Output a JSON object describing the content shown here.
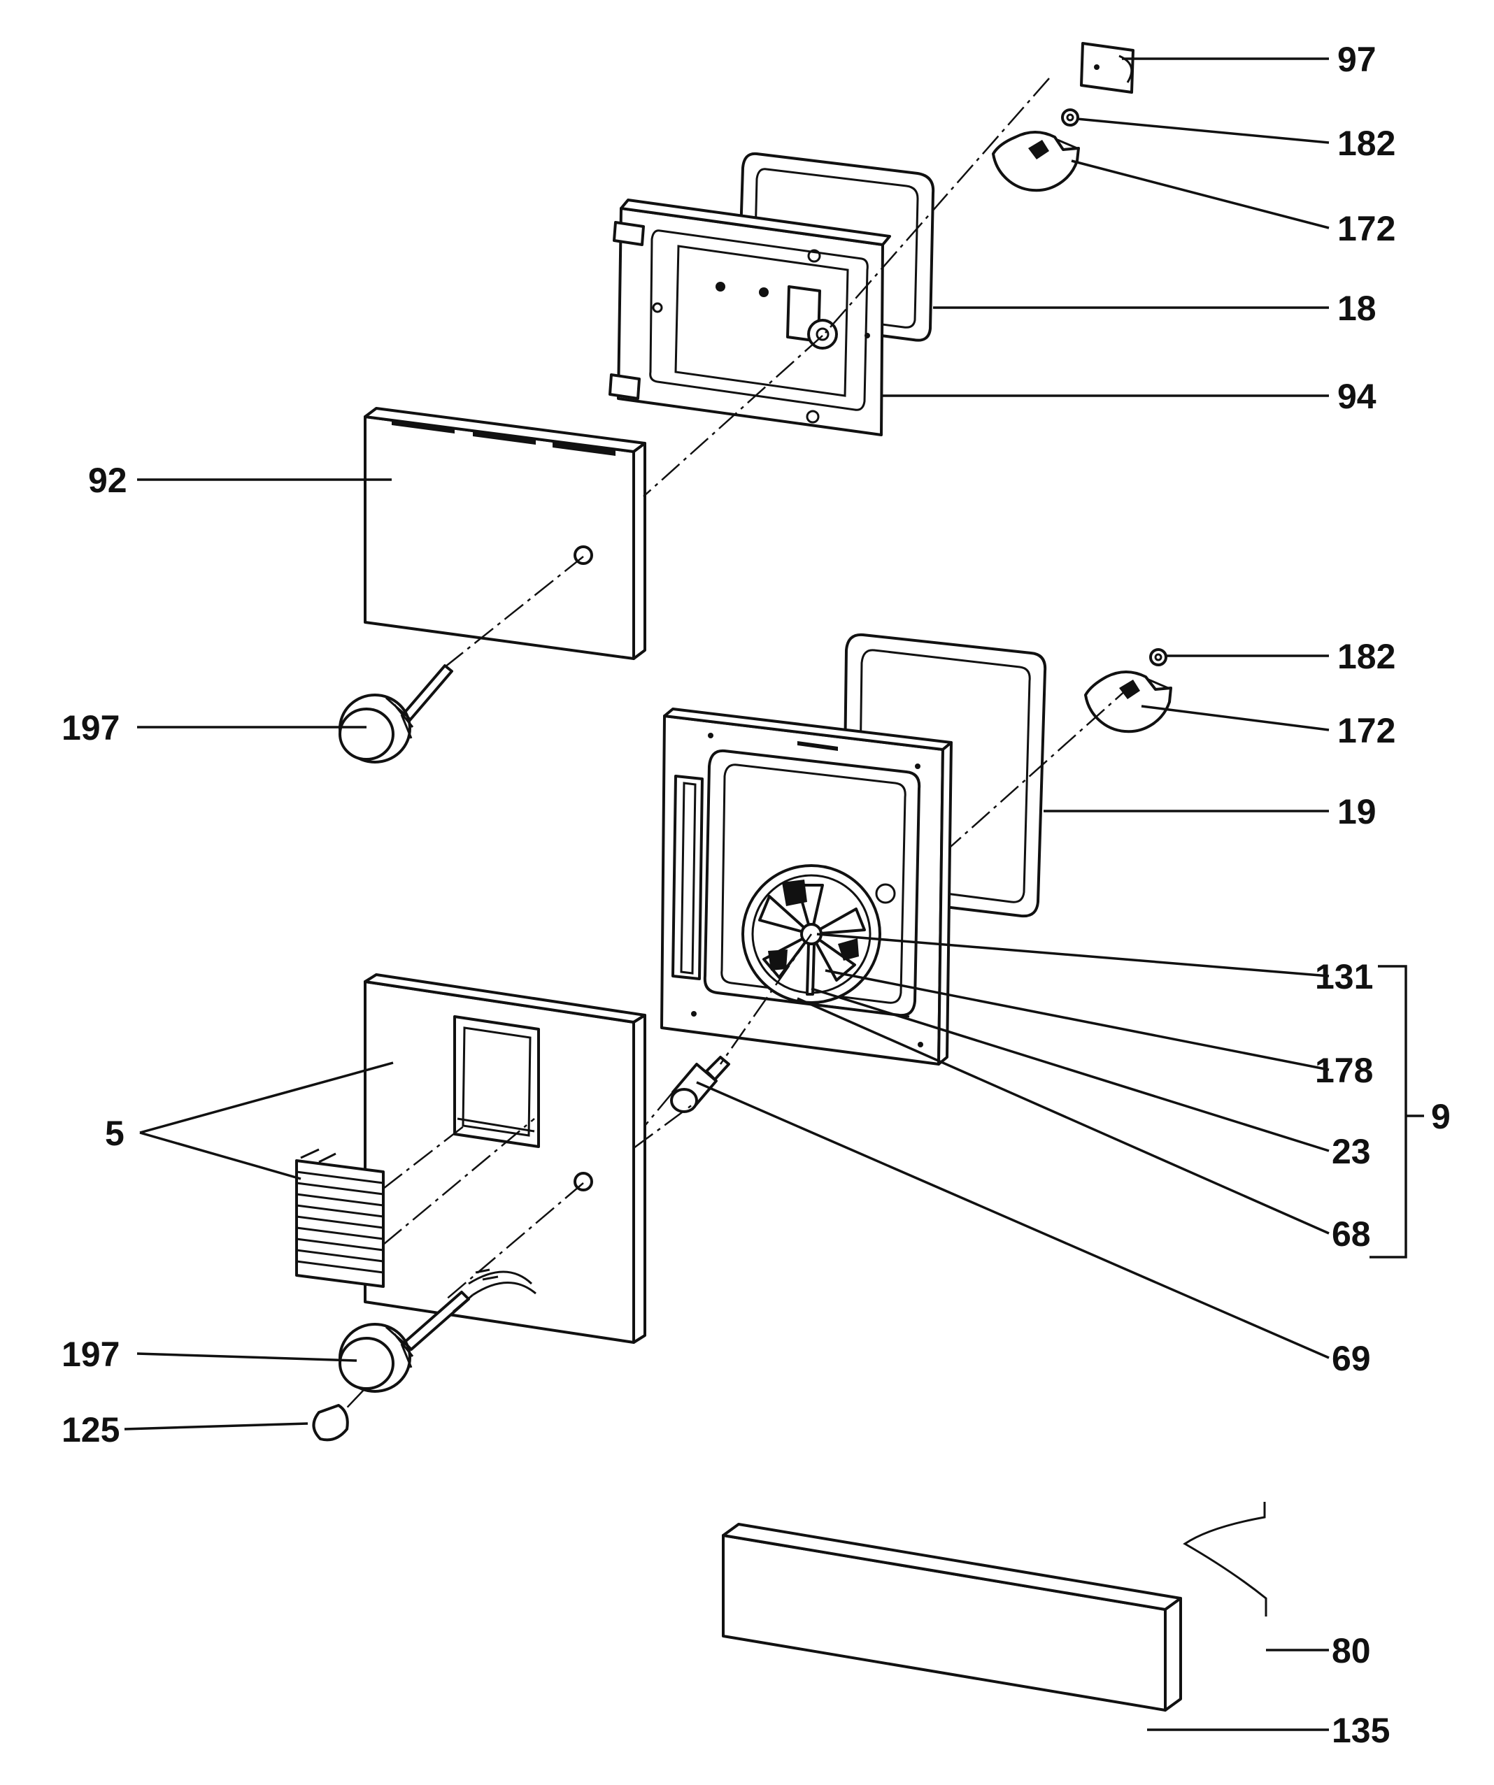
{
  "callouts": {
    "c97": "97",
    "c182_top": "182",
    "c172_top": "172",
    "c18": "18",
    "c94": "94",
    "c92": "92",
    "c197_top": "197",
    "c182_mid": "182",
    "c172_mid": "172",
    "c19": "19",
    "c131": "131",
    "c178": "178",
    "c23": "23",
    "c68": "68",
    "c9": "9",
    "c5": "5",
    "c69": "69",
    "c197_bottom": "197",
    "c125": "125",
    "c80": "80",
    "c135": "135"
  }
}
